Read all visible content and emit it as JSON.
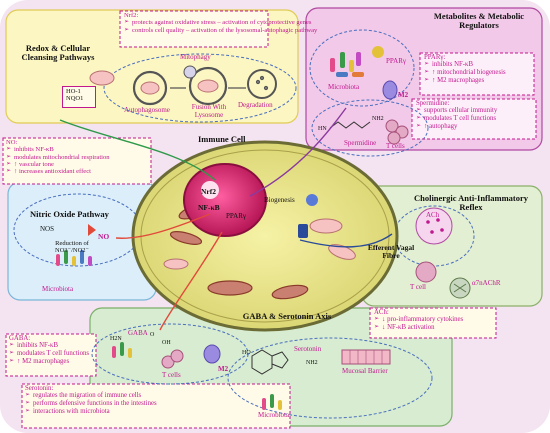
{
  "cell": {
    "label": "Immune Cell",
    "nrf2": "Nrf2",
    "nfkb": "NF-κB",
    "ppar": "PPARγ",
    "biogenesis": "Biogenesis"
  },
  "nrf2_box": {
    "title": "Nrf2:",
    "items": [
      "protects against oxidative stress – activation of cytoprotective genes",
      "controls cell quality – activation of the lysosomal-autophagic pathway"
    ]
  },
  "redox": {
    "title": "Redox & Cellular Cleansing Pathways",
    "mitophagy": "Mitophagy",
    "autophagosome": "Autophagosome",
    "fusion": "Fusion With Lysosome",
    "degradation": "Degradation",
    "genes": [
      "HO-1",
      "NQO1"
    ]
  },
  "metabolites": {
    "title": "Metabolites & Metabolic Regulators",
    "microbiota": "Microbiota",
    "m2": "M2",
    "ppar_label": "PPARγ",
    "spermidine": "Spermidine",
    "tcells": "T cells",
    "hn": "HN",
    "nh2": "NH2"
  },
  "ppar_box": {
    "title": "PPARγ:",
    "items": [
      "inhibits NF-κB",
      "↑ mitochondrial biogenesis",
      "↑ M2 macrophages"
    ]
  },
  "spermidine_box": {
    "title": "Spermidine:",
    "items": [
      "supports cellular immunity",
      "modulates T cell functions",
      "↑ autophagy"
    ]
  },
  "no_box": {
    "title": "NO:",
    "items": [
      "inhibits NF-κB",
      "modulates mitochondrial respiration",
      "↑ vascular tone",
      "↑ increases antioxidant effect"
    ]
  },
  "nitric": {
    "title": "Nitric Oxide Pathway",
    "nos": "NOS",
    "no": "NO",
    "reduction": "Reduction of NO3⁻/NO2⁻",
    "microbiota": "Microbiota"
  },
  "cholinergic": {
    "title": "Cholinergic Anti-Inflammatory Reflex",
    "vagal": "Efferent Vagal Fibre",
    "ach": "ACh",
    "receptor": "α7nAChR",
    "tcell": "T cell"
  },
  "ach_box": {
    "title": "ACh:",
    "items": [
      "↓ pro-inflammatory cytokines",
      "↓ NF-κB activation"
    ]
  },
  "gaba_axis": {
    "title": "GABA & Serotonin Axis",
    "gaba": "GABA",
    "tcells": "T cells",
    "m2": "M2",
    "serotonin": "Serotonin",
    "barrier": "Mucosal Barrier",
    "microbiota": "Microbiota",
    "h2n": "H2N",
    "ho": "HO",
    "nh2": "NH2",
    "o": "O",
    "oh": "OH"
  },
  "gaba_box": {
    "title": "GABA:",
    "items": [
      "inhibits NF-κB",
      "modulates T cell functions",
      "↑ M2 macrophages"
    ]
  },
  "serotonin_box": {
    "title": "Serotonin:",
    "items": [
      "regulates the migration of immune cells",
      "performs defensive functions in the intestines",
      "interactions with microbiota"
    ]
  }
}
